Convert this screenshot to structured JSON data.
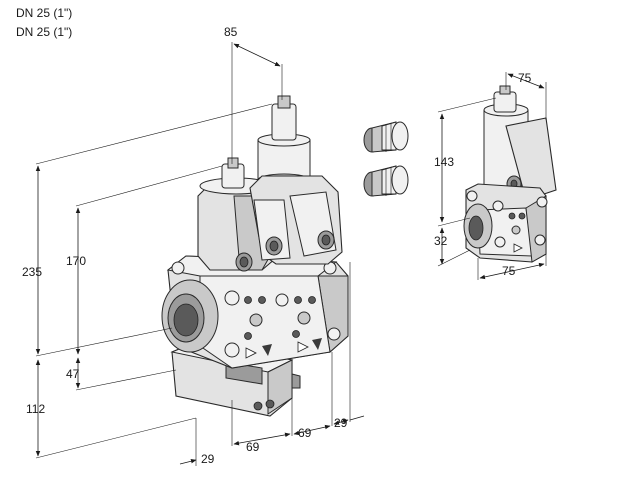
{
  "header": {
    "line1": "DN 25 (1\")",
    "line2": "DN 25 (1\")"
  },
  "dimensions": {
    "d85": "85",
    "d75_top": "75",
    "d143": "143",
    "d32": "32",
    "d75_bottom": "75",
    "d235": "235",
    "d170": "170",
    "d47": "47",
    "d112": "112",
    "d29_left": "29",
    "d69_a": "69",
    "d69_b": "69",
    "d29_right": "29"
  }
}
